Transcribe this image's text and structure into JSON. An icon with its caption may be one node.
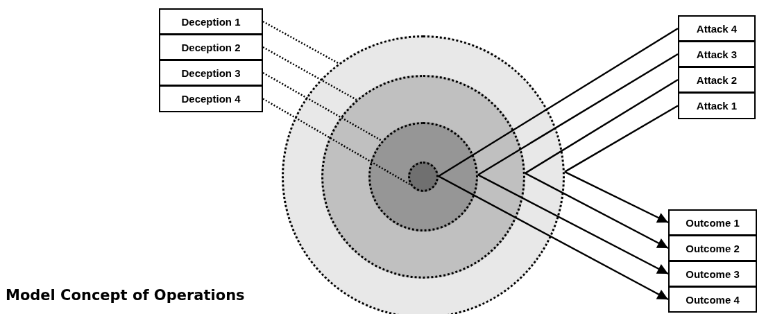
{
  "diagram": {
    "title": "Model Concept of Operations",
    "nodes": [
      {
        "text": [
          "Deception 1"
        ]
      },
      {
        "text": [
          "Deception 2"
        ]
      },
      {
        "text": [
          "Deception 3"
        ]
      },
      {
        "text": [
          "Deception 4"
        ]
      },
      {
        "text": [
          "Attack 4"
        ]
      },
      {
        "text": [
          "Attack 3"
        ]
      },
      {
        "text": [
          "Attack 2"
        ]
      },
      {
        "text": [
          "Attack 1"
        ]
      },
      {
        "text": [],
        "shape": "circle"
      },
      {
        "text": [],
        "shape": "circle",
        "in": 8
      },
      {
        "text": [],
        "shape": "circle",
        "in": 9
      },
      {
        "text": [],
        "shape": "circle",
        "in": 10
      },
      {
        "text": [
          "Outcome 1"
        ]
      },
      {
        "text": [
          "Outcome 2"
        ]
      },
      {
        "text": [
          "Outcome 3"
        ]
      },
      {
        "text": [
          "Outcome 4"
        ]
      }
    ],
    "edges": [
      {
        "from": 0,
        "to": 8,
        "arrow": "none",
        "style": "dashed"
      },
      {
        "from": 1,
        "to": 9,
        "arrow": "none",
        "style": "dashed"
      },
      {
        "from": 2,
        "to": 10,
        "arrow": "none",
        "style": "dashed"
      },
      {
        "from": 3,
        "to": 11,
        "arrow": "none",
        "style": "dashed"
      },
      {
        "from": 4,
        "to": 11,
        "arrow": "none"
      },
      {
        "from": 5,
        "to": 10,
        "arrow": "none"
      },
      {
        "from": 6,
        "to": 9,
        "arrow": "none"
      },
      {
        "from": 7,
        "to": 8,
        "arrow": "none"
      },
      {
        "from": 8,
        "to": 12,
        "arrow": "to"
      },
      {
        "from": 9,
        "to": 13,
        "arrow": "to"
      },
      {
        "from": 10,
        "to": 14,
        "arrow": "to"
      },
      {
        "from": 11,
        "to": 15,
        "arrow": "to"
      }
    ]
  }
}
